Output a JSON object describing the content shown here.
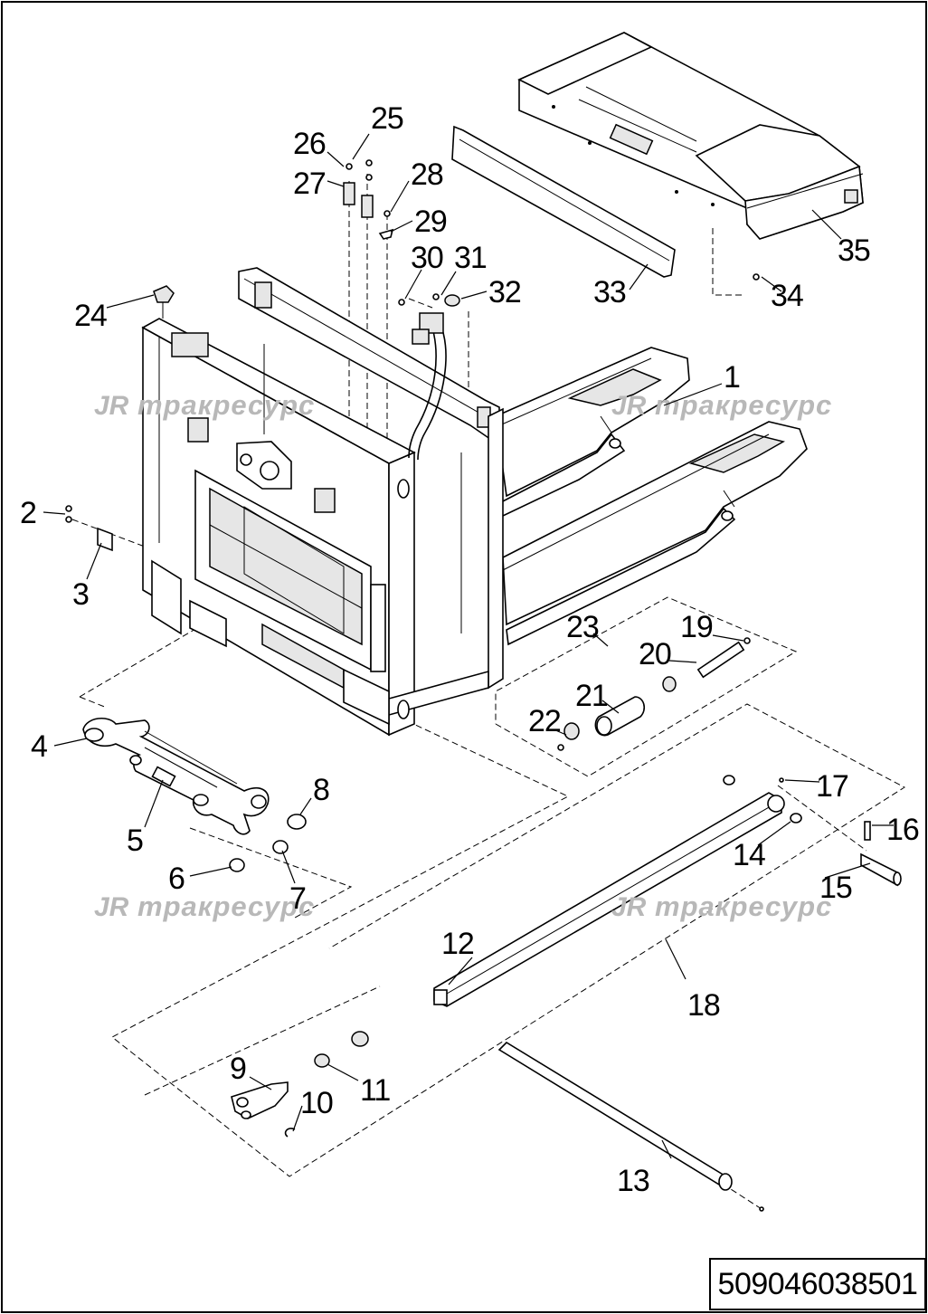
{
  "drawing": {
    "part_code": "509046038501",
    "watermark_logo": "JR",
    "watermark_text": "тракресурс",
    "callouts": [
      {
        "id": "c1",
        "label": "1"
      },
      {
        "id": "c2",
        "label": "2"
      },
      {
        "id": "c3",
        "label": "3"
      },
      {
        "id": "c4",
        "label": "4"
      },
      {
        "id": "c5",
        "label": "5"
      },
      {
        "id": "c6",
        "label": "6"
      },
      {
        "id": "c7",
        "label": "7"
      },
      {
        "id": "c8",
        "label": "8"
      },
      {
        "id": "c9",
        "label": "9"
      },
      {
        "id": "c10",
        "label": "10"
      },
      {
        "id": "c11",
        "label": "11"
      },
      {
        "id": "c12",
        "label": "12"
      },
      {
        "id": "c13",
        "label": "13"
      },
      {
        "id": "c14",
        "label": "14"
      },
      {
        "id": "c15",
        "label": "15"
      },
      {
        "id": "c16",
        "label": "16"
      },
      {
        "id": "c17",
        "label": "17"
      },
      {
        "id": "c18",
        "label": "18"
      },
      {
        "id": "c19",
        "label": "19"
      },
      {
        "id": "c20",
        "label": "20"
      },
      {
        "id": "c21",
        "label": "21"
      },
      {
        "id": "c22",
        "label": "22"
      },
      {
        "id": "c23",
        "label": "23"
      },
      {
        "id": "c24",
        "label": "24"
      },
      {
        "id": "c25",
        "label": "25"
      },
      {
        "id": "c26",
        "label": "26"
      },
      {
        "id": "c27",
        "label": "27"
      },
      {
        "id": "c28",
        "label": "28"
      },
      {
        "id": "c29",
        "label": "29"
      },
      {
        "id": "c30",
        "label": "30"
      },
      {
        "id": "c31",
        "label": "31"
      },
      {
        "id": "c32",
        "label": "32"
      },
      {
        "id": "c33",
        "label": "33"
      },
      {
        "id": "c34",
        "label": "34"
      },
      {
        "id": "c35",
        "label": "35"
      }
    ]
  }
}
